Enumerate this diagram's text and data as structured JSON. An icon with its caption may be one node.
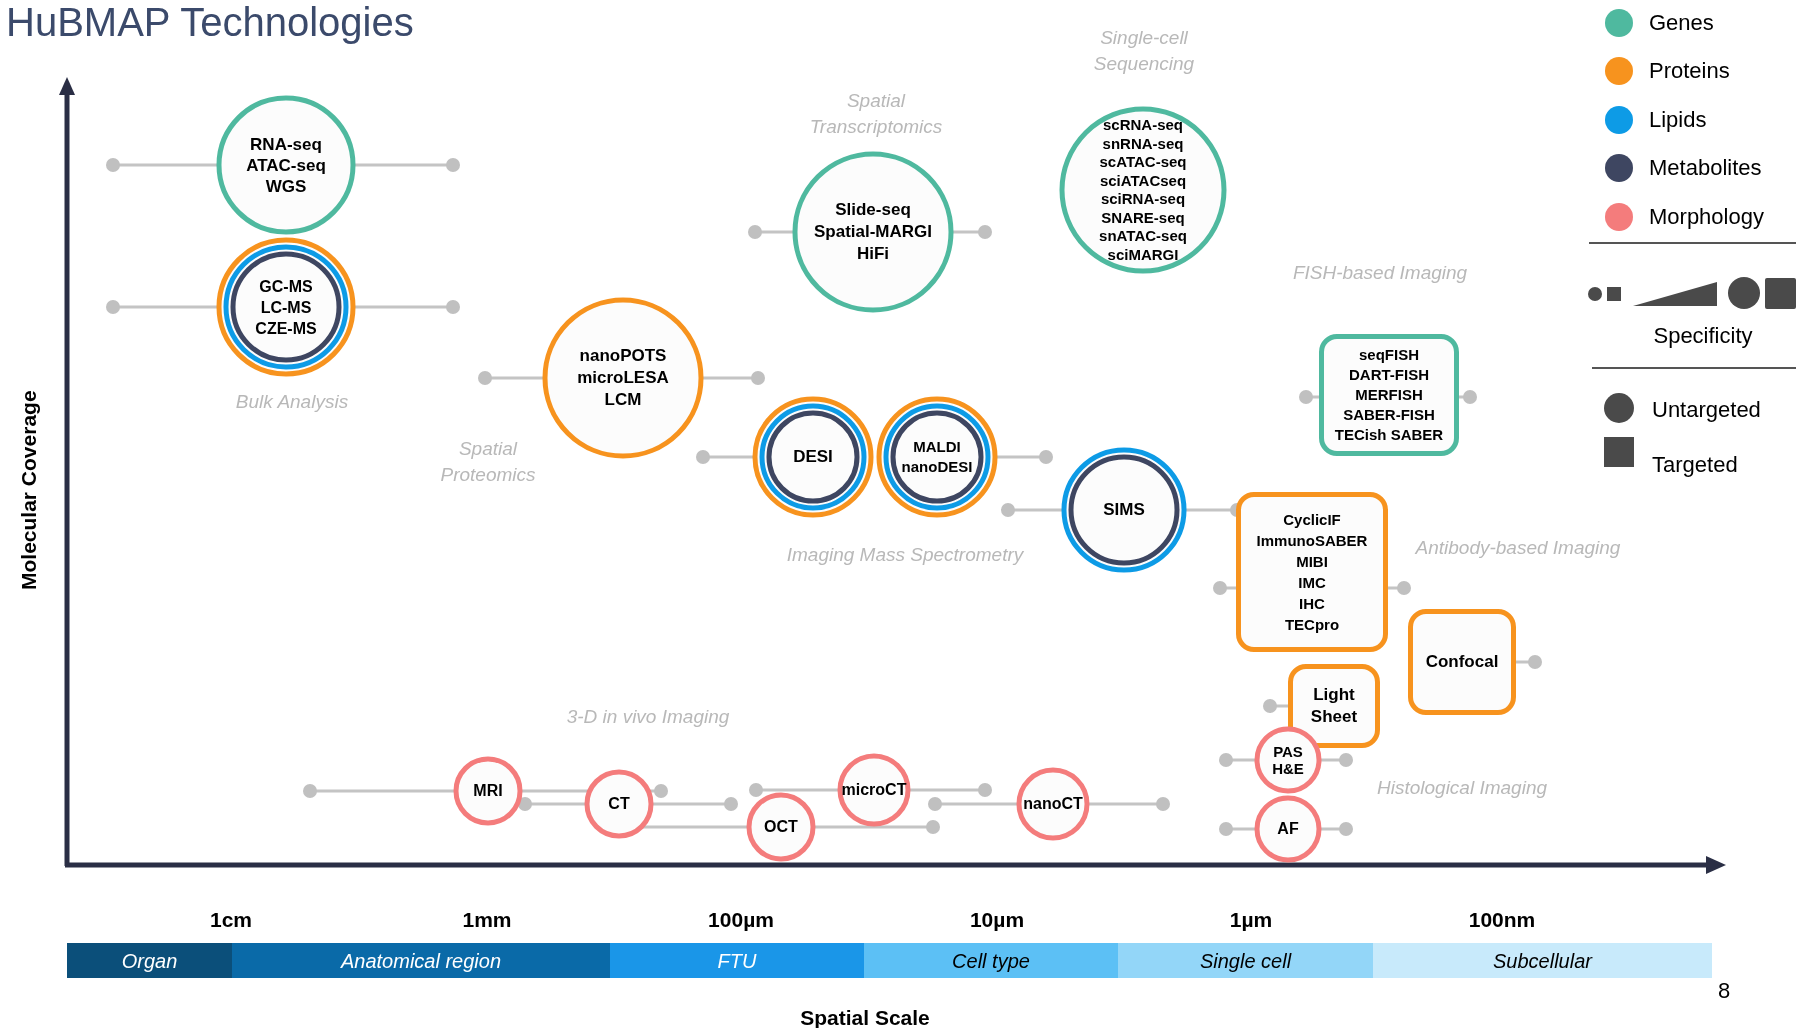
{
  "diagram": {
    "title": "HuBMAP Technologies",
    "nodes": [
      {
        "text": [
          "RNA-seq",
          "ATAC-seq",
          "WGS"
        ]
      },
      {
        "text": [
          "GC-MS",
          "LC-MS",
          "CZE-MS"
        ]
      },
      {
        "text": [
          "nanoPOTS",
          "microLESA",
          "LCM"
        ]
      },
      {
        "text": [
          "Slide-seq",
          "Spatial-MARGI",
          "HiFi"
        ]
      },
      {
        "text": [
          "scRNA-seq",
          "snRNA-seq",
          "scATAC-seq",
          "sciATACseq",
          "sciRNA-seq",
          "SNARE-seq",
          "snATAC-seq",
          "sciMARGI"
        ]
      },
      {
        "text": [
          "DESI"
        ]
      },
      {
        "text": [
          "MALDI",
          "nanoDESI"
        ]
      },
      {
        "text": [
          "SIMS"
        ]
      },
      {
        "text": [
          "seqFISH",
          "DART-FISH",
          "MERFISH",
          "SABER-FISH",
          "TECish SABER"
        ]
      },
      {
        "text": [
          "CyclicIF",
          "ImmunoSABER",
          "MIBI",
          "IMC",
          "IHC",
          "TECpro"
        ]
      },
      {
        "text": [
          "Light Sheet"
        ]
      },
      {
        "text": [
          "Confocal"
        ]
      },
      {
        "text": [
          "MRI"
        ]
      },
      {
        "text": [
          "CT"
        ]
      },
      {
        "text": [
          "OCT"
        ]
      },
      {
        "text": [
          "microCT"
        ]
      },
      {
        "text": [
          "nanoCT"
        ]
      },
      {
        "text": [
          "PAS",
          "H&E"
        ]
      },
      {
        "text": [
          "AF"
        ]
      }
    ],
    "labels": [
      "Molecular Coverage",
      "Single-cell Sequencing",
      "Spatial Transcriptomics",
      "FISH-based Imaging",
      "Bulk Analysis",
      "Spatial Proteomics",
      "Imaging Mass Spectrometry",
      "Antibody-based Imaging",
      "3-D in vivo Imaging",
      "Histological Imaging",
      "1cm",
      "1mm",
      "100µm",
      "10µm",
      "1µm",
      "100nm",
      "Organ",
      "Anatomical region",
      "FTU",
      "Cell type",
      "Single cell",
      "Subcellular",
      "Spatial Scale",
      "8"
    ],
    "legend": [
      {
        "text": "Genes",
        "color": "#4fb99f"
      },
      {
        "text": "Proteins",
        "color": "#f7931e"
      },
      {
        "text": "Lipids",
        "color": "#0d9be6"
      },
      {
        "text": "Metabolites",
        "color": "#3e4661"
      },
      {
        "text": "Morphology",
        "color": "#f47c7c"
      },
      {
        "text": "Specificity"
      },
      {
        "text": "Untargeted"
      },
      {
        "text": "Targeted"
      }
    ]
  }
}
